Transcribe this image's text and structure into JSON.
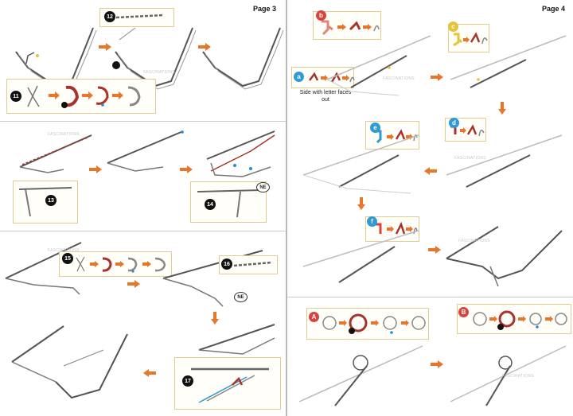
{
  "pages": {
    "left_title": "Page 3",
    "right_title": "Page 4"
  },
  "steps": {
    "s11": "11",
    "s12": "12",
    "s13": "13",
    "s14": "14",
    "s15": "15",
    "s16": "16",
    "s17": "17"
  },
  "letters": {
    "a": "a",
    "b": "b",
    "c": "c",
    "d": "d",
    "e": "e",
    "f": "f",
    "A": "A",
    "B": "B"
  },
  "notes": {
    "side_with_letter": "Side with letter faces out",
    "ne": "NE"
  },
  "watermark": "FASCINATIONS",
  "colors": {
    "orange_arrow": "#e8752a",
    "inset_border": "#e0cd91",
    "red_part": "#a8332a",
    "pink_part": "#e48478",
    "blue_letter": "#2f9ad6",
    "yellow_letter": "#e6c43a",
    "red_letter": "#d9433b",
    "dot_blue": "#1f8ed6"
  },
  "icons": {
    "arrow": "orange-right-arrow",
    "fold": "fold-direction-icon",
    "tab": "tab-insertion-icon"
  }
}
